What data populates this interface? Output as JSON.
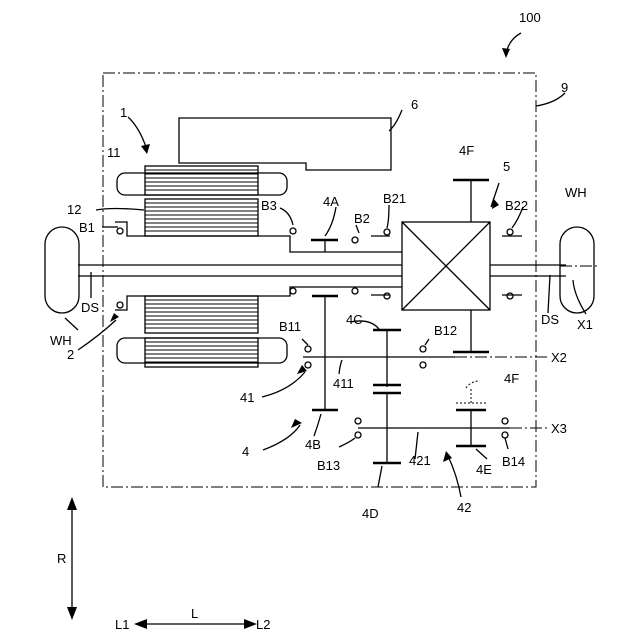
{
  "labels": {
    "system": "100",
    "case": "9",
    "rotating_electrical_machine": "1",
    "stator_core": "11",
    "rotor": "12",
    "rotor_shaft": "2",
    "inverter_unit": "6",
    "differential": "5",
    "transmission": "4",
    "first_shaft_assembly": "41",
    "second_shaft_assembly": "42",
    "first_shaft": "411",
    "second_shaft": "421",
    "gear_4a": "4A",
    "gear_4b": "4B",
    "gear_4c": "4C",
    "gear_4d": "4D",
    "gear_4e": "4E",
    "gear_4f_top": "4F",
    "gear_4f_lower": "4F",
    "bearing_b1": "B1",
    "bearing_b2": "B2",
    "bearing_b3": "B3",
    "bearing_b11": "B11",
    "bearing_b12": "B12",
    "bearing_b13": "B13",
    "bearing_b14": "B14",
    "bearing_b21": "B21",
    "bearing_b22": "B22",
    "wheel_left": "WH",
    "wheel_right": "WH",
    "drive_shaft_left": "DS",
    "drive_shaft_right": "DS",
    "axis_x1": "X1",
    "axis_x2": "X2",
    "axis_x3": "X3",
    "direction_r": "R",
    "direction_l": "L",
    "direction_l1": "L1",
    "direction_l2": "L2"
  }
}
